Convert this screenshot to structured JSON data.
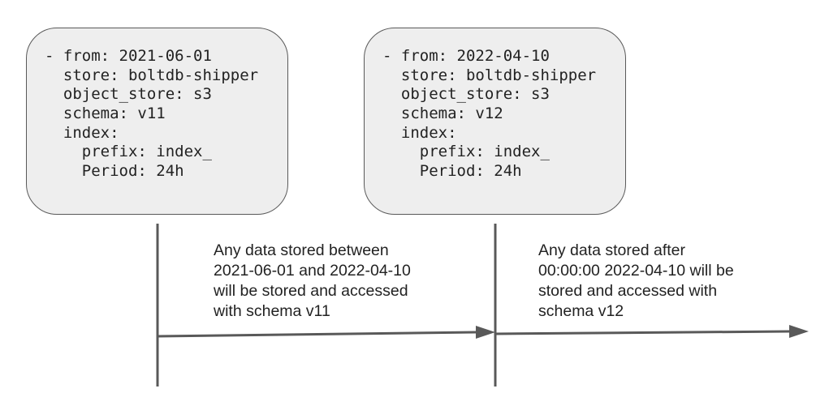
{
  "colors": {
    "box_fill": "#eeeeee",
    "box_border": "#595959",
    "line": "#595959",
    "text": "#222222"
  },
  "schemas": [
    {
      "config_lines": [
        "- from: 2021-06-01",
        "  store: boltdb-shipper",
        "  object_store: s3",
        "  schema: v11",
        "  index:",
        "    prefix: index_",
        "    Period: 24h"
      ],
      "note_lines": [
        "Any data stored between",
        "2021-06-01 and 2022-04-10",
        "will be stored and accessed",
        "with schema v11"
      ]
    },
    {
      "config_lines": [
        "- from: 2022-04-10",
        "  store: boltdb-shipper",
        "  object_store: s3",
        "  schema: v12",
        "  index:",
        "    prefix: index_",
        "    Period: 24h"
      ],
      "note_lines": [
        "Any data stored after",
        "00:00:00 2022-04-10 will be",
        "stored and accessed with",
        "schema v12"
      ]
    }
  ]
}
